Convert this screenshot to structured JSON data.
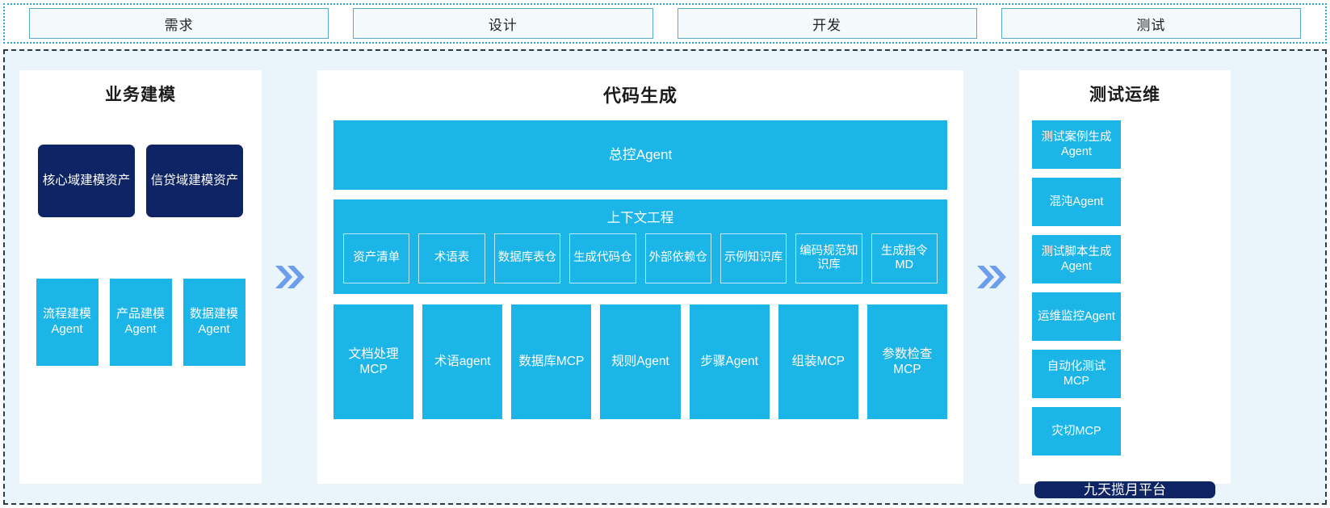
{
  "phases": [
    {
      "label": "需求"
    },
    {
      "label": "设计"
    },
    {
      "label": "开发"
    },
    {
      "label": "测试"
    }
  ],
  "colors": {
    "cyan": "#1cb5e8",
    "navy": "#0e2464",
    "arrow": "#6d9eeb",
    "canvas": "#eaf4fb",
    "phase_border": "#5aa9c6"
  },
  "arrows": {
    "left_to_center": "double-chevron-right",
    "center_to_right": "double-chevron-right"
  },
  "left_panel": {
    "title": "业务建模",
    "assets": [
      {
        "label": "核心域建模资产"
      },
      {
        "label": "信贷域建模资产"
      }
    ],
    "agents": [
      {
        "label": "流程建模Agent"
      },
      {
        "label": "产品建模Agent"
      },
      {
        "label": "数据建模Agent"
      }
    ]
  },
  "center_panel": {
    "title": "代码生成",
    "master_agent": "总控Agent",
    "context_engineering": {
      "title": "上下文工程",
      "items": [
        {
          "label": "资产清单"
        },
        {
          "label": "术语表"
        },
        {
          "label": "数据库表仓"
        },
        {
          "label": "生成代码仓"
        },
        {
          "label": "外部依赖仓"
        },
        {
          "label": "示例知识库"
        },
        {
          "label": "编码规范知识库"
        },
        {
          "label": "生成指令MD"
        }
      ]
    },
    "tools": [
      {
        "label": "文档处理MCP"
      },
      {
        "label": "术语agent"
      },
      {
        "label": "数据库MCP"
      },
      {
        "label": "规则Agent"
      },
      {
        "label": "步骤Agent"
      },
      {
        "label": "组装MCP"
      },
      {
        "label": "参数检查MCP"
      }
    ]
  },
  "right_panel": {
    "title": "测试运维",
    "items": [
      {
        "label": "测试案例生成Agent"
      },
      {
        "label": "混沌Agent"
      },
      {
        "label": "测试脚本生成Agent"
      },
      {
        "label": "运维监控Agent"
      },
      {
        "label": "自动化测试MCP"
      },
      {
        "label": "灾切MCP"
      }
    ],
    "platform": "九天揽月平台"
  }
}
